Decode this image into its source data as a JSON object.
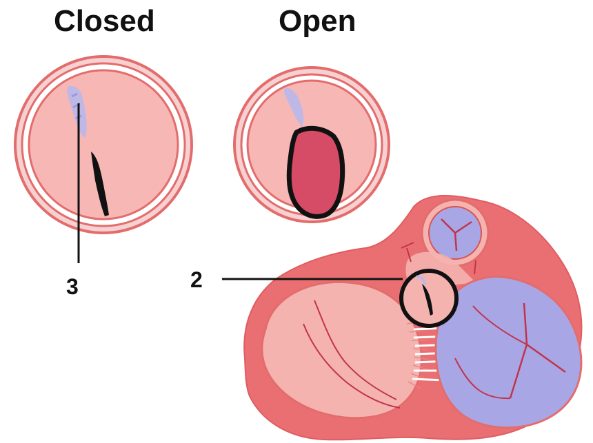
{
  "titles": {
    "closed": "Closed",
    "open": "Open"
  },
  "callouts": {
    "valve_label": "3",
    "heart_label": "2"
  },
  "colors": {
    "ring_outer": "#f3c3c3",
    "ring_line": "#d9534f",
    "ring_fill": "#f7b7b4",
    "heart_wall": "#ea6f72",
    "heart_inner": "#f5b3b0",
    "leaflet_dark": "#111111",
    "opening_fill": "#d64b66",
    "blue_chamber": "#a9a6e6",
    "blue_light": "#b8b8ec"
  },
  "icons": {
    "closed_valve": "closed-valve-icon",
    "open_valve": "open-valve-icon",
    "heart": "heart-cross-section-icon"
  }
}
